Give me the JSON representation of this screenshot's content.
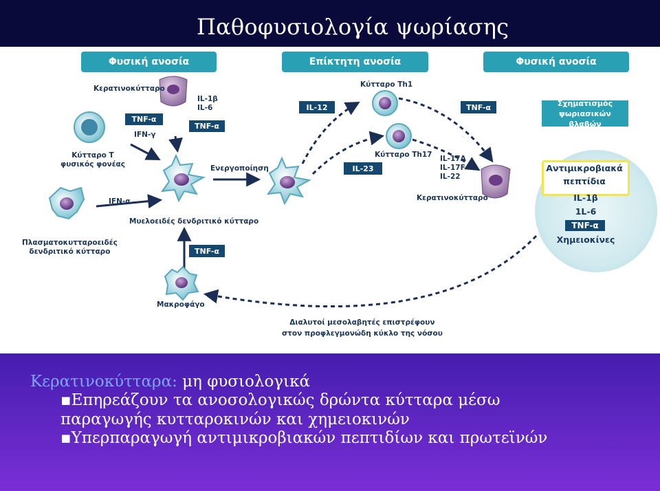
{
  "title": "Παθοφυσιολογία ψωρίασης",
  "headers": {
    "innate_left": "Φυσική ανοσία",
    "acquired": "Επίκτητη ανοσία",
    "innate_right": "Φυσική ανοσία"
  },
  "boxes": {
    "tnf_a_1": "TNF-α",
    "tnf_a_2": "TNF-α",
    "il12": "IL-12",
    "il23": "IL-23",
    "tnf_a_3": "TNF-α",
    "tnf_a_4": "TNF-α",
    "lesion": "Σχηματισμός ψωριασικών βλαβών"
  },
  "labels": {
    "keratinocyte_top": "Κερατινοκύτταρο",
    "il1b_il6": "IL-1β\nIL-6",
    "ifn_gamma": "IFN-γ",
    "nk_t_cell": "Κύτταρο Τ\nφυσικός φονέας",
    "ifn_alpha": "IFN-α",
    "pdc": "Πλασματοκυτταροειδές\nδενδριτικό κύτταρο",
    "myeloid_dc": "Μυελοειδές δενδριτικό κύτταρο",
    "activation": "Ενεργοποίηση",
    "th1": "Κύτταρο Th1",
    "th17": "Κύτταρο Th17",
    "il17_22": "IL-17A\nIL-17F\nIL-22",
    "keratinocyte_right": "Κερατινοκύτταρο",
    "macrophage": "Μακροφάγο",
    "feedback": "Διαλυτοί μεσολαβητές επιστρέφουν\nστον προφλεγμονώδη κύκλο της νόσου"
  },
  "ring": {
    "highlight": "Αντιμικροβιακά\nπεπτίδια",
    "il1b": "IL-1β",
    "il6": "1L-6",
    "tnf": "TNF-α",
    "chemokines": "Χημειοκίνες"
  },
  "bottom": {
    "heading_colored": "Κερατινοκύτταρα:",
    "heading_rest": " μη φυσιολογικά",
    "bullet1_line1": "▪Επηρεάζουν τα ανοσολογικώς δρώντα κύτταρα μέσω",
    "bullet1_line2": "παραγωγής  κυτταροκινών και χημειοκινών",
    "bullet2": "▪Υπερπαραγωγή αντιμικροβιακών πεπτιδίων και πρωτεϊνών"
  },
  "colors": {
    "header_teal": "#2aa0b4",
    "box_navy": "#14486e",
    "highlight_yellow": "#f2e64a",
    "heading_blue": "#7ea6ff"
  }
}
